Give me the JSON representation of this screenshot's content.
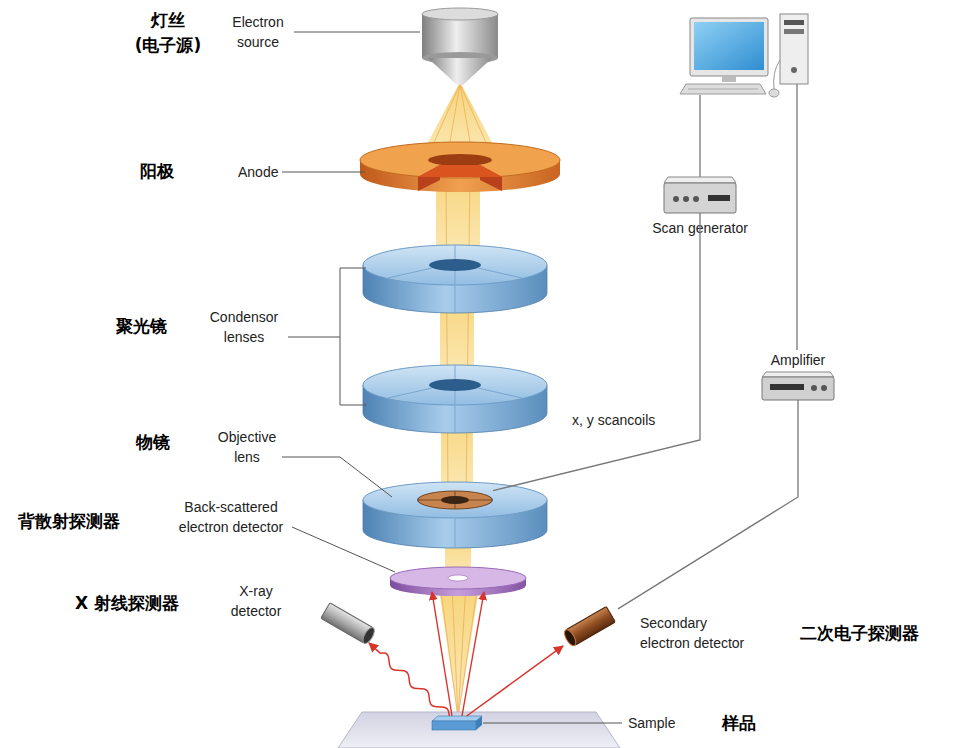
{
  "diagram": {
    "nodes": [
      {
        "text": [
          "Scan generator"
        ]
      },
      {
        "text": [
          "Amplifier"
        ]
      },
      {
        "text": [
          "x, y scancoils"
        ]
      },
      {
        "text": [
          "Sample"
        ]
      },
      {
        "text": [
          "X-ray detector"
        ]
      },
      {
        "text": [
          "Secondary electron detector"
        ]
      }
    ],
    "edges": [
      {
        "from": 0,
        "to": 2,
        "arrow": "none"
      },
      {
        "from": 1,
        "to": 5,
        "arrow": "none"
      },
      {
        "from": 3,
        "to": 4,
        "arrow": "to"
      },
      {
        "from": 3,
        "to": 5,
        "arrow": "to"
      }
    ],
    "labels": [
      "灯丝 (电子源)",
      "Electron source",
      "阳极",
      "Anode",
      "聚光镜",
      "Condensor lenses",
      "物镜",
      "Objective lens",
      "背散射探测器",
      "Back-scattered electron detector",
      "X 射线探测器",
      "二次电子探测器",
      "样品"
    ]
  }
}
